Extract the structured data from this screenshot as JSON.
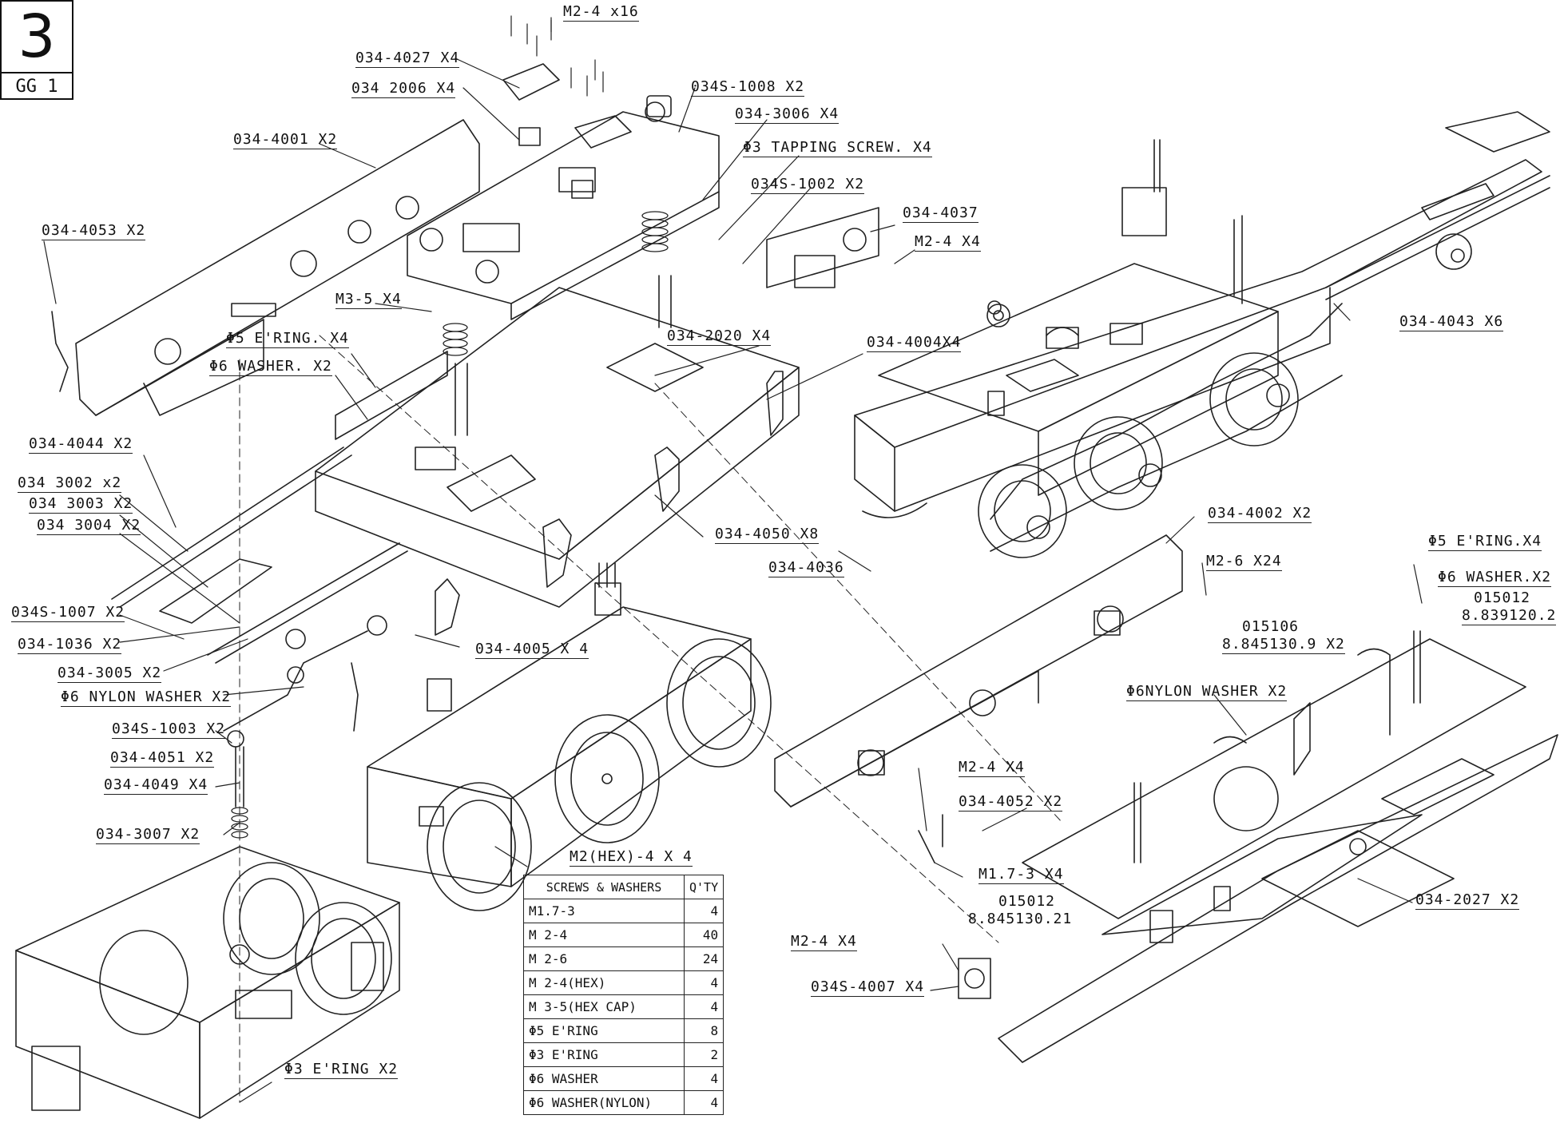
{
  "sheet": {
    "number": "3",
    "model": "GG 1"
  },
  "labels": [
    "M2-4 x16",
    "034-4027 X4",
    "034 2006 X4",
    "034S-1008 X2",
    "034-3006 X4",
    "Φ3 TAPPING SCREW. X4",
    "034-4001 X2",
    "034S-1002 X2",
    "034-4037",
    "034-4053 X2",
    "M2-4 X4",
    "M3-5 X4",
    "034-2020 X4",
    "034-4004X4",
    "034-4043 X6",
    "Φ5 E'RING. X4",
    "Φ6 WASHER. X2",
    "034-4044 X2",
    "034 3002 x2",
    "034 3003 X2",
    "034 3004 X2",
    "034-4050 X8",
    "034-4002 X2",
    "034-4036",
    "M2-6 X24",
    "Φ5 E'RING.X4",
    "Φ6 WASHER.X2",
    "015012",
    "8.839120.2",
    "034S-1007 X2",
    "015106",
    "8.845130.9 X2",
    "034-1036 X2",
    "034-4005 X 4",
    "034-3005 X2",
    "Φ6NYLON WASHER X2",
    "Φ6 NYLON WASHER X2",
    "034S-1003 X2",
    "034-4051 X2",
    "034-4049 X4",
    "M2-4 X4",
    "034-4052 X2",
    "034-3007 X2",
    "M2(HEX)-4 X 4",
    "M1.7-3 X4",
    "015012",
    "8.845130.21",
    "034-2027 X2",
    "M2-4 X4",
    "034S-4007 X4",
    "Φ3 E'RING X2"
  ],
  "table": {
    "headers": [
      "SCREWS & WASHERS",
      "Q'TY"
    ],
    "rows": [
      {
        "name": "M1.7-3",
        "qty": "4"
      },
      {
        "name": "M 2-4",
        "qty": "40"
      },
      {
        "name": "M 2-6",
        "qty": "24"
      },
      {
        "name": "M 2-4(HEX)",
        "qty": "4"
      },
      {
        "name": "M 3-5(HEX CAP)",
        "qty": "4"
      },
      {
        "name": "Φ5 E'RING",
        "qty": "8"
      },
      {
        "name": "Φ3 E'RING",
        "qty": "2"
      },
      {
        "name": "Φ6 WASHER",
        "qty": "4"
      },
      {
        "name": "Φ6 WASHER(NYLON)",
        "qty": "4"
      }
    ]
  }
}
